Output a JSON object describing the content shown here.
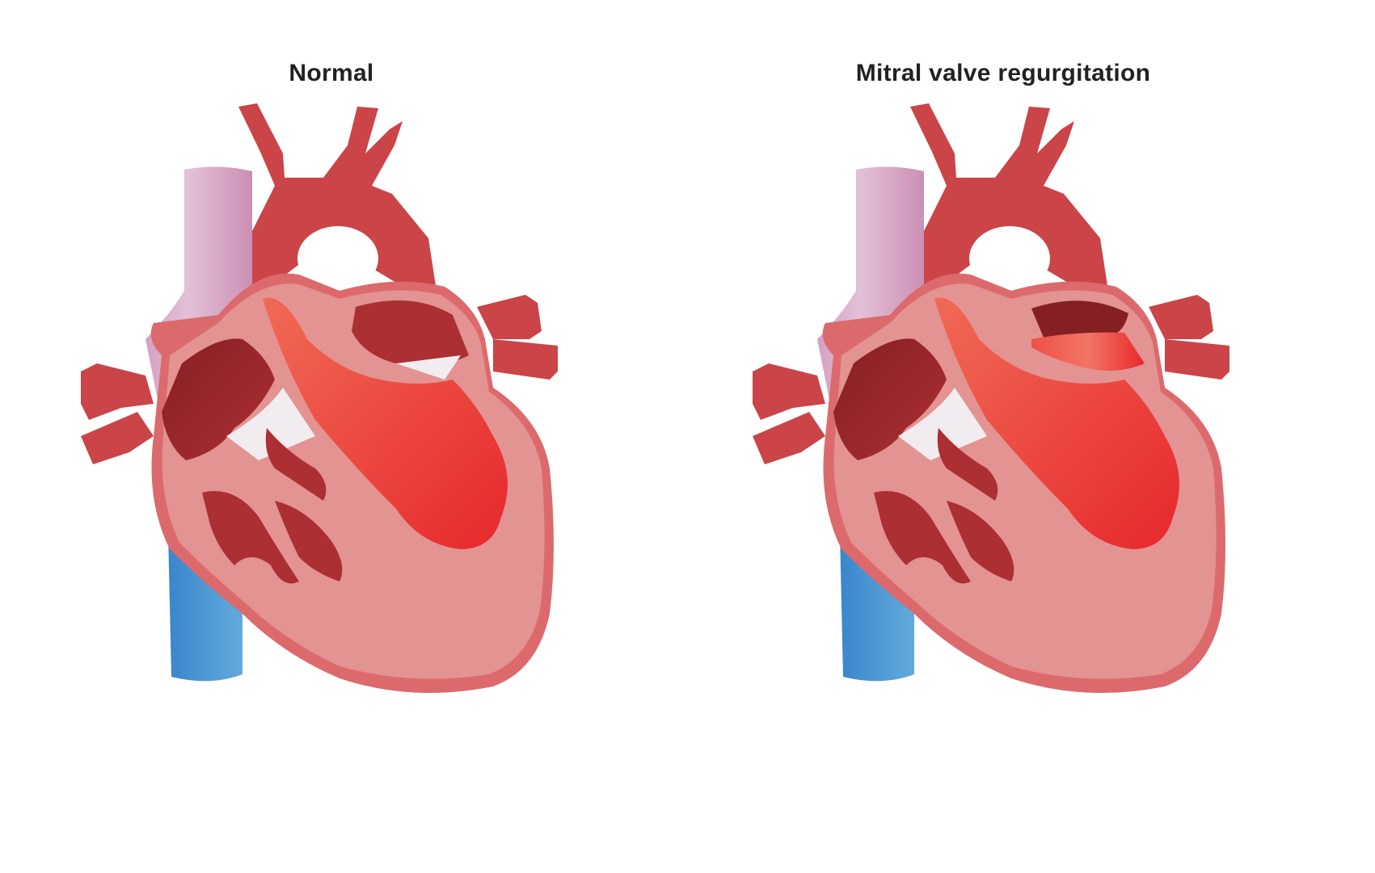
{
  "diagram": {
    "panels": [
      {
        "id": "normal",
        "title": "Normal",
        "condition": "normal"
      },
      {
        "id": "mitral-regurgitation",
        "title": "Mitral valve regurgitation",
        "condition": "regurgitation"
      }
    ],
    "colors": {
      "aorta": "#cb4448",
      "myocardium_outer": "#dc6a6c",
      "myocardium": "#e39391",
      "chamber_dark": "#ac2f33",
      "chamber_darkest": "#861f24",
      "blood_bright": "#e8292c",
      "blood_mid": "#ef5146",
      "vena_cava_superior": "#d6a0c0",
      "vena_cava_inferior": "#4a9ad6",
      "valve_tissue": "#f1ecef",
      "title_text": "#222222"
    }
  }
}
